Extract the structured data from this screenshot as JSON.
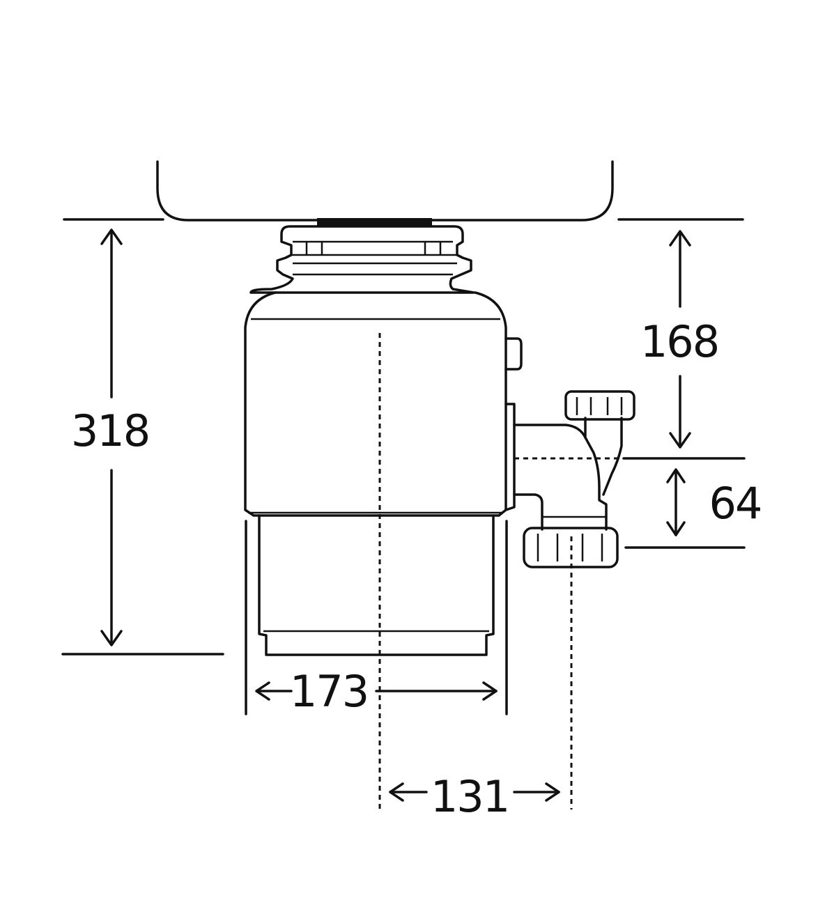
{
  "dimensions": {
    "total_height": "318",
    "outlet_height": "168",
    "drain_offset": "64",
    "body_width": "173",
    "outlet_offset": "131"
  },
  "colors": {
    "line": "#111111",
    "background": "#ffffff"
  }
}
